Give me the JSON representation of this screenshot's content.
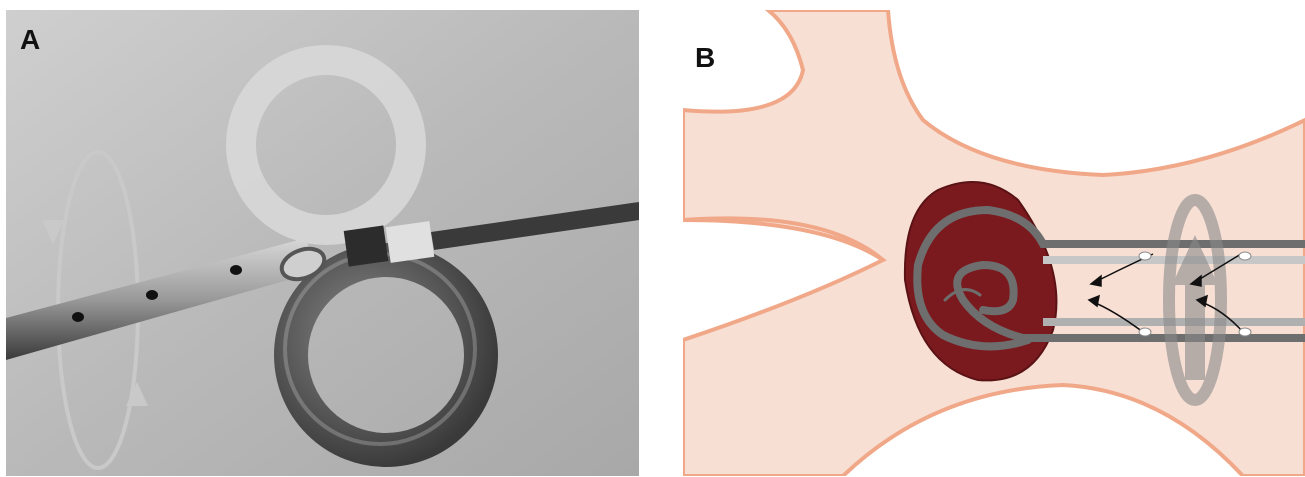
{
  "panels": [
    {
      "id": "A",
      "label": "A",
      "description_colors": {
        "background": "#b4b4b4",
        "catheter": "#585858"
      }
    },
    {
      "id": "B",
      "label": "B",
      "description_colors": {
        "tissue": "#f8dfd4",
        "outline": "#f0a888",
        "clot": "#7a1a1e",
        "catheter": "#6d6d6d"
      }
    }
  ]
}
